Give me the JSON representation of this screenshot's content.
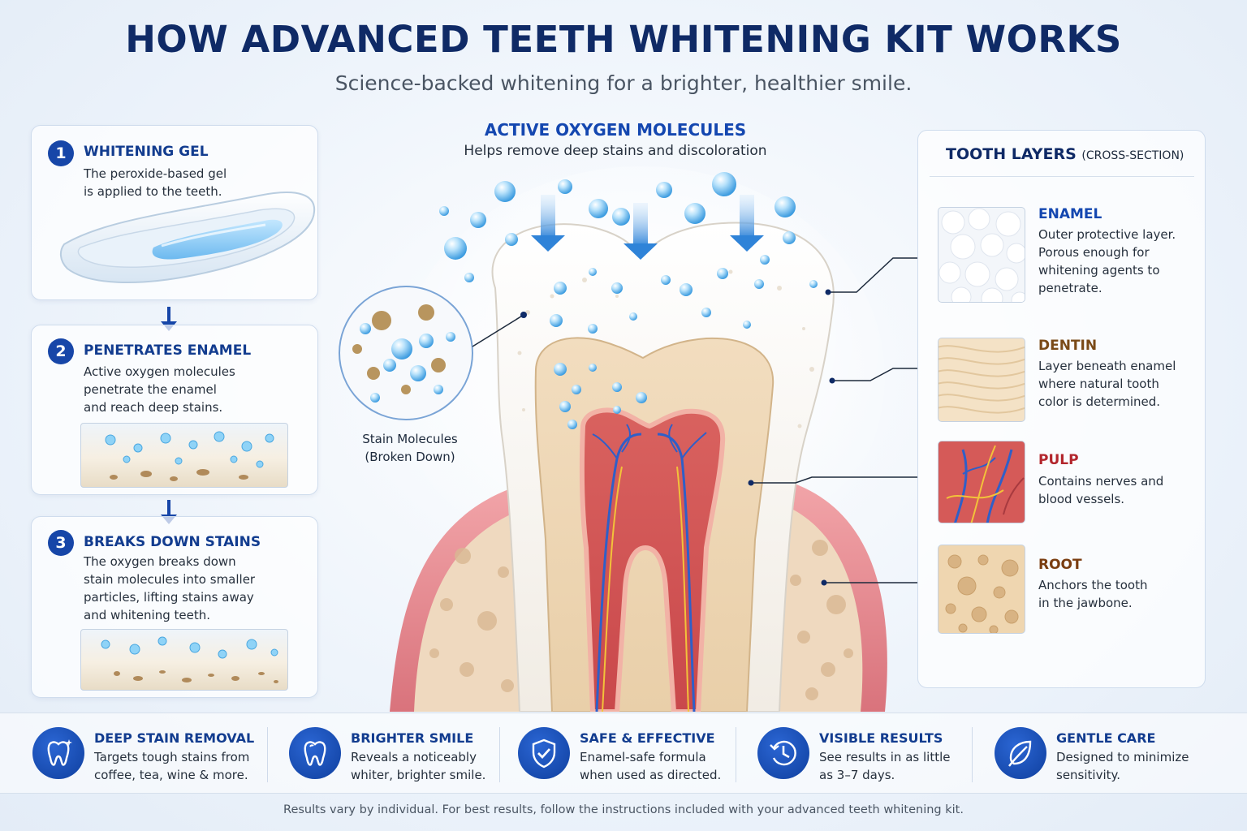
{
  "header": {
    "title": "HOW ADVANCED TEETH WHITENING KIT WORKS",
    "subtitle": "Science-backed whitening for a brighter, healthier smile."
  },
  "steps": [
    {
      "number": "1",
      "title": "WHITENING GEL",
      "lines": [
        "The peroxide-based gel",
        "is applied to the teeth."
      ]
    },
    {
      "number": "2",
      "title": "PENETRATES ENAMEL",
      "lines": [
        "Active oxygen molecules",
        "penetrate the enamel",
        "and reach deep stains."
      ]
    },
    {
      "number": "3",
      "title": "BREAKS DOWN STAINS",
      "lines": [
        "The oxygen breaks down",
        "stain molecules into smaller",
        "particles, lifting stains away",
        "and whitening teeth."
      ]
    }
  ],
  "center": {
    "title": "ACTIVE OXYGEN MOLECULES",
    "subtitle": "Helps remove deep stains and discoloration",
    "stain_label": [
      "Stain Molecules",
      "(Broken Down)"
    ]
  },
  "layers": {
    "heading": "TOOTH LAYERS",
    "heading_note": "(CROSS-SECTION)",
    "items": [
      {
        "name": "ENAMEL",
        "color": "#1447b0",
        "lines": [
          "Outer protective layer.",
          "Porous enough for",
          "whitening agents to",
          "penetrate."
        ]
      },
      {
        "name": "DENTIN",
        "color": "#7a4a17",
        "lines": [
          "Layer beneath enamel",
          "where natural tooth",
          "color is determined."
        ]
      },
      {
        "name": "PULP",
        "color": "#b3262d",
        "lines": [
          "Contains nerves and",
          "blood vessels."
        ]
      },
      {
        "name": "ROOT",
        "color": "#7a3d10",
        "lines": [
          "Anchors the tooth",
          "in the jawbone."
        ]
      }
    ]
  },
  "benefits": [
    {
      "title": "DEEP STAIN REMOVAL",
      "lines": [
        "Targets tough stains from",
        "coffee, tea, wine & more."
      ],
      "icon": "sparkle-tooth-icon"
    },
    {
      "title": "BRIGHTER SMILE",
      "lines": [
        "Reveals a noticeably",
        "whiter, brighter smile."
      ],
      "icon": "tooth-icon"
    },
    {
      "title": "SAFE & EFFECTIVE",
      "lines": [
        "Enamel-safe formula",
        "when used as directed."
      ],
      "icon": "shield-check-icon"
    },
    {
      "title": "VISIBLE RESULTS",
      "lines": [
        "See results in as little",
        "as 3–7 days."
      ],
      "icon": "clock-icon"
    },
    {
      "title": "GENTLE CARE",
      "lines": [
        "Designed to minimize",
        "sensitivity."
      ],
      "icon": "leaf-icon"
    }
  ],
  "footer": "Results vary by individual. For best results, follow the instructions included with your advanced teeth whitening kit."
}
